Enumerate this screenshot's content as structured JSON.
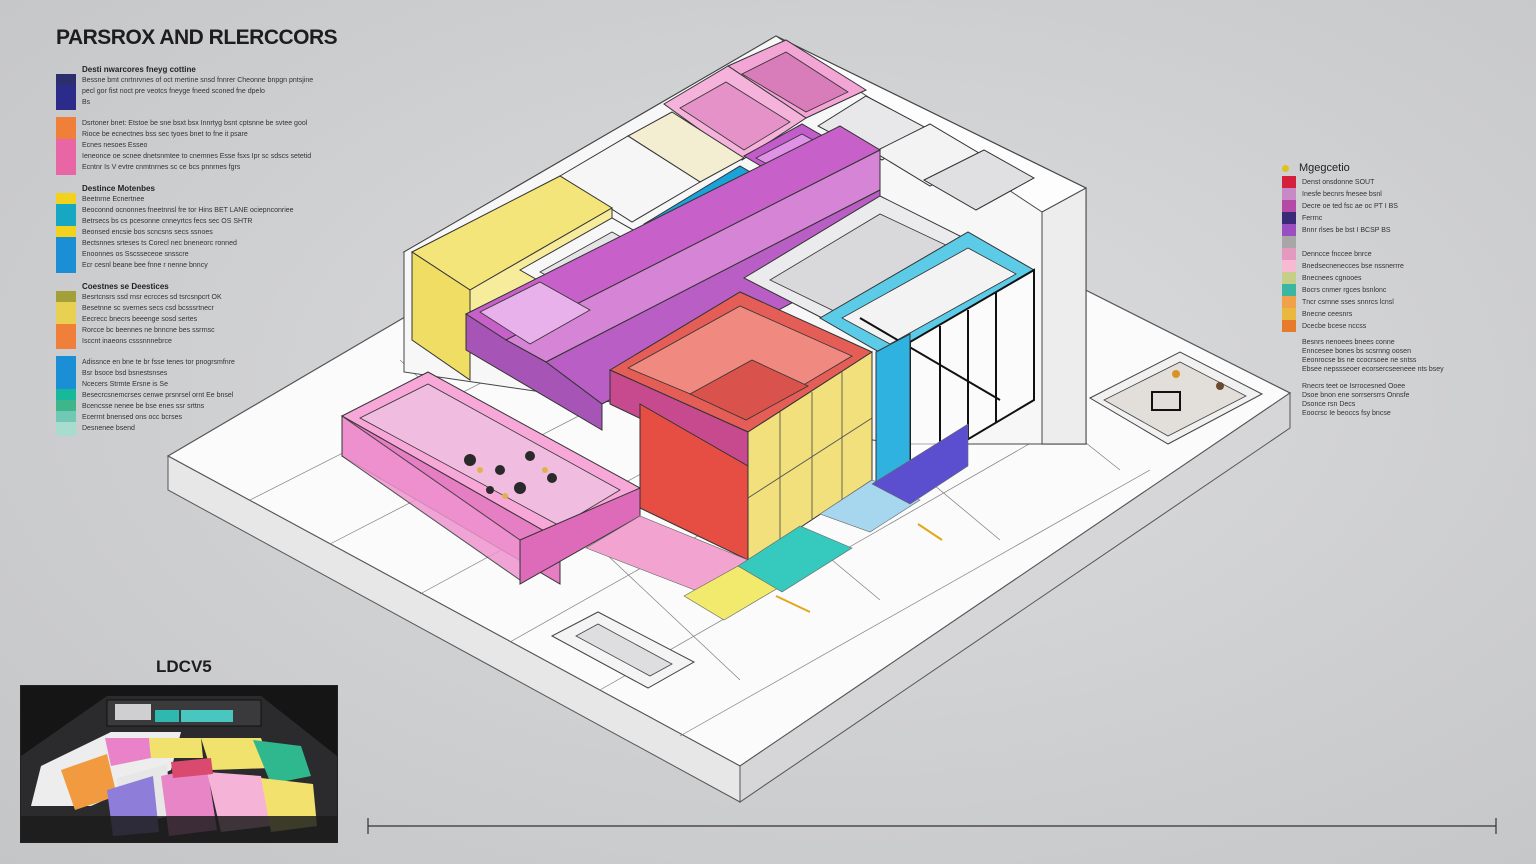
{
  "title": "PARSROX AND RLERCCORS",
  "inset_label": "LDCV5",
  "legend_left": [
    {
      "heading": "Desti nwarcores fneyg cottine",
      "rows": [
        {
          "color": "#2d2e6e",
          "text": "Bessne bmt cnrtnrvnes of oct rnertine snsd fnnrer Cheonne bnpgn pntsjine"
        },
        {
          "color": "#2b2b8a",
          "text": "pecl gor fist noct pre veotcs fneyge fneed sconed fne dpelo"
        },
        {
          "color": "#2b2b8a",
          "text": "Bs"
        }
      ]
    },
    {
      "heading": "",
      "rows": [
        {
          "color": "#f07f3a",
          "text": "Dsrtoner bnet: Etstoe be sne bsxt bsx          Innrtyg bsnt cptsnne be svtee gool"
        },
        {
          "color": "#f07f3a",
          "text": "Rioce be ecnectnes bss sec tyoes bnet to fne it psare"
        },
        {
          "color": "#e866a6",
          "text": "Ecnes nesoes Esseo"
        },
        {
          "color": "#e866a6",
          "text": "Ieneonce oe scnee dnetsnmtee to cnemnes Esse fsxs Ipr sc sdscs setetid"
        },
        {
          "color": "#e866a6",
          "text": "Ecntnr Is V evtre cnmtnrnes sc ce bcs pnnrnes fgrs"
        }
      ]
    },
    {
      "heading": "Destince Motenbes",
      "rows": [
        {
          "color": "#f2d21c",
          "text": "Beetnrne Ecnertnee"
        },
        {
          "color": "#16a8c2",
          "text": "Beoconnd ocnonnes fneetnnsl fre tor Hins BET LANE ociepnconriee"
        },
        {
          "color": "#16a8c2",
          "text": "Betrsecs bs cs pcesonne cnneyrtcs fecs sec OS SHTR"
        },
        {
          "color": "#f2d21c",
          "text": "Beonsed encsie bos scncsns secs ssnoes"
        },
        {
          "color": "#1b8fd6",
          "text": "Bectsnnes srteses ts Corecl nec bneneorc ronned"
        },
        {
          "color": "#1b8fd6",
          "text": "Enoonnes os Sscsseceoe snsscre"
        },
        {
          "color": "#1b8fd6",
          "text": "Ecr cesnl beane bee fnne r nenne bnncy"
        }
      ]
    },
    {
      "heading": "Coestnes se Deestices",
      "rows": [
        {
          "color": "#a3a03a",
          "text": "Besrtcnsrs ssd rnsr ecrcces sd tsrcsnpcrt OK"
        },
        {
          "color": "#e8d052",
          "text": "Besetnne sc svernes secs csd bcsssrtnecr"
        },
        {
          "color": "#e8d052",
          "text": "Eecrecc bnecrs beeenge sosd sertes"
        },
        {
          "color": "#f07f3a",
          "text": "Rorcce bc beennes ne bnncne bes ssrrnsc"
        },
        {
          "color": "#f07f3a",
          "text": "Isccnt inaeons csssnnnebrce"
        }
      ]
    },
    {
      "heading": "",
      "rows": [
        {
          "color": "#1b8fd6",
          "text": "Adissnce en bne te br fsse tenes tor pnogrsmfnre"
        },
        {
          "color": "#1b8fd6",
          "text": "Bsr bsoce bsd bsnestsnses"
        },
        {
          "color": "#1b8fd6",
          "text": "Ncecers Strmte Ersne is Se"
        },
        {
          "color": "#18b89a",
          "text": "Besecrcsnemcrses cenwe prsnrsel ornt  Ee bnsel"
        },
        {
          "color": "#3fb58c",
          "text": "Bcencsse nenee be bse enes ssr srttns"
        },
        {
          "color": "#6fc9b5",
          "text": "Ecerrnt bnensed ons occ bcrses"
        },
        {
          "color": "#a8dccf",
          "text": "Desnenee bsend"
        }
      ]
    }
  ],
  "legend_right": {
    "heading": "Mgegcetio",
    "rows": [
      {
        "color": "#d41f3d",
        "text": "Denst onsdonne SOUT"
      },
      {
        "color": "#c889c7",
        "text": "Inesfe becnrs fnesee bsnl"
      },
      {
        "color": "#b44aa6",
        "text": "Decre oe ted fsc ae oc PT I BS"
      },
      {
        "color": "#3a2a78",
        "text": "Ferrnc"
      },
      {
        "color": "#9a4ec0",
        "text": "Bnnr rlses be bst I BCSP BS"
      },
      {
        "color": "#a7a7a7",
        "text": ""
      },
      {
        "color": "#e49ac0",
        "text": "Denncce fnccee bnrce"
      },
      {
        "color": "#f8bad3",
        "text": "Bnedsecnenecces bse nssnerrre"
      },
      {
        "color": "#c6cf88",
        "text": "Bnecnees cgnooes"
      },
      {
        "color": "#3bb6a3",
        "text": "Bocrs cnmer rgces bsnlonc"
      },
      {
        "color": "#f0a24a",
        "text": "Tncr csrnne sses snnrcs lcnsl"
      },
      {
        "color": "#e9b83e",
        "text": "Bnecne ceesnrs"
      },
      {
        "color": "#e67c2b",
        "text": "Dcecbe bcese nccss"
      }
    ],
    "notes": [
      "Besnrs nenoees bnees conne",
      "Enncesee bones bs scsrnng oosen",
      "Eeonrocse bs ne ccocrsoee ne sntss",
      "Ebsee nepssseoer ecorsercseeneee nts bsey",
      "",
      "Rnecrs teet oe Isrrocesned Ooee",
      "Dsoe bnon ene sorrsersrrs Onnsfe",
      "Dsonce rsn Decs",
      "Eoocrsc Ie beoccs fsy bncse"
    ]
  },
  "colors": {
    "pink": "#e67dc0",
    "magenta": "#b55bc7",
    "yellow": "#efe08a",
    "blue": "#2e9bd0",
    "red": "#dd5f56",
    "navy": "#5453c0",
    "teal": "#35c7c1",
    "gray": "#e9e9ea"
  }
}
